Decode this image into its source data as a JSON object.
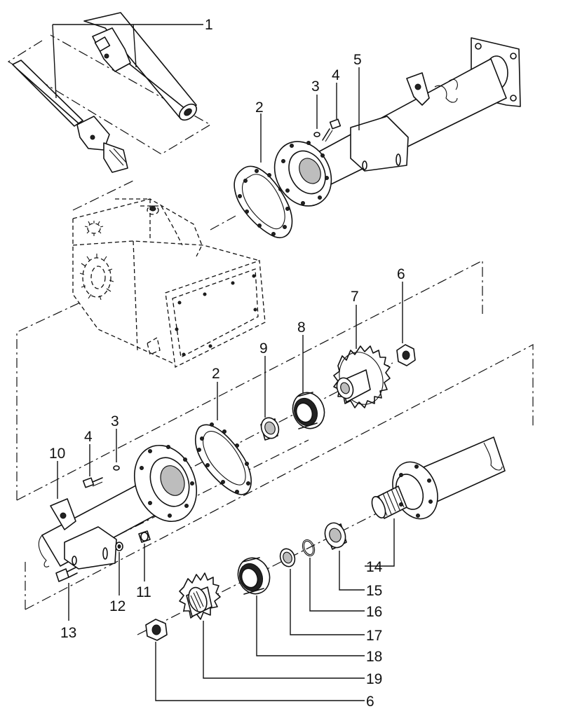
{
  "diagram": {
    "callouts": {
      "c1": "1",
      "c2a": "2",
      "c3a": "3",
      "c4a": "4",
      "c5": "5",
      "c6a": "6",
      "c7": "7",
      "c8": "8",
      "c9": "9",
      "c2b": "2",
      "c3b": "3",
      "c4b": "4",
      "c10": "10",
      "c11": "11",
      "c12": "12",
      "c13": "13",
      "c14": "14",
      "c15": "15",
      "c16": "16",
      "c17": "17",
      "c18": "18",
      "c19": "19",
      "c6b": "6"
    }
  }
}
